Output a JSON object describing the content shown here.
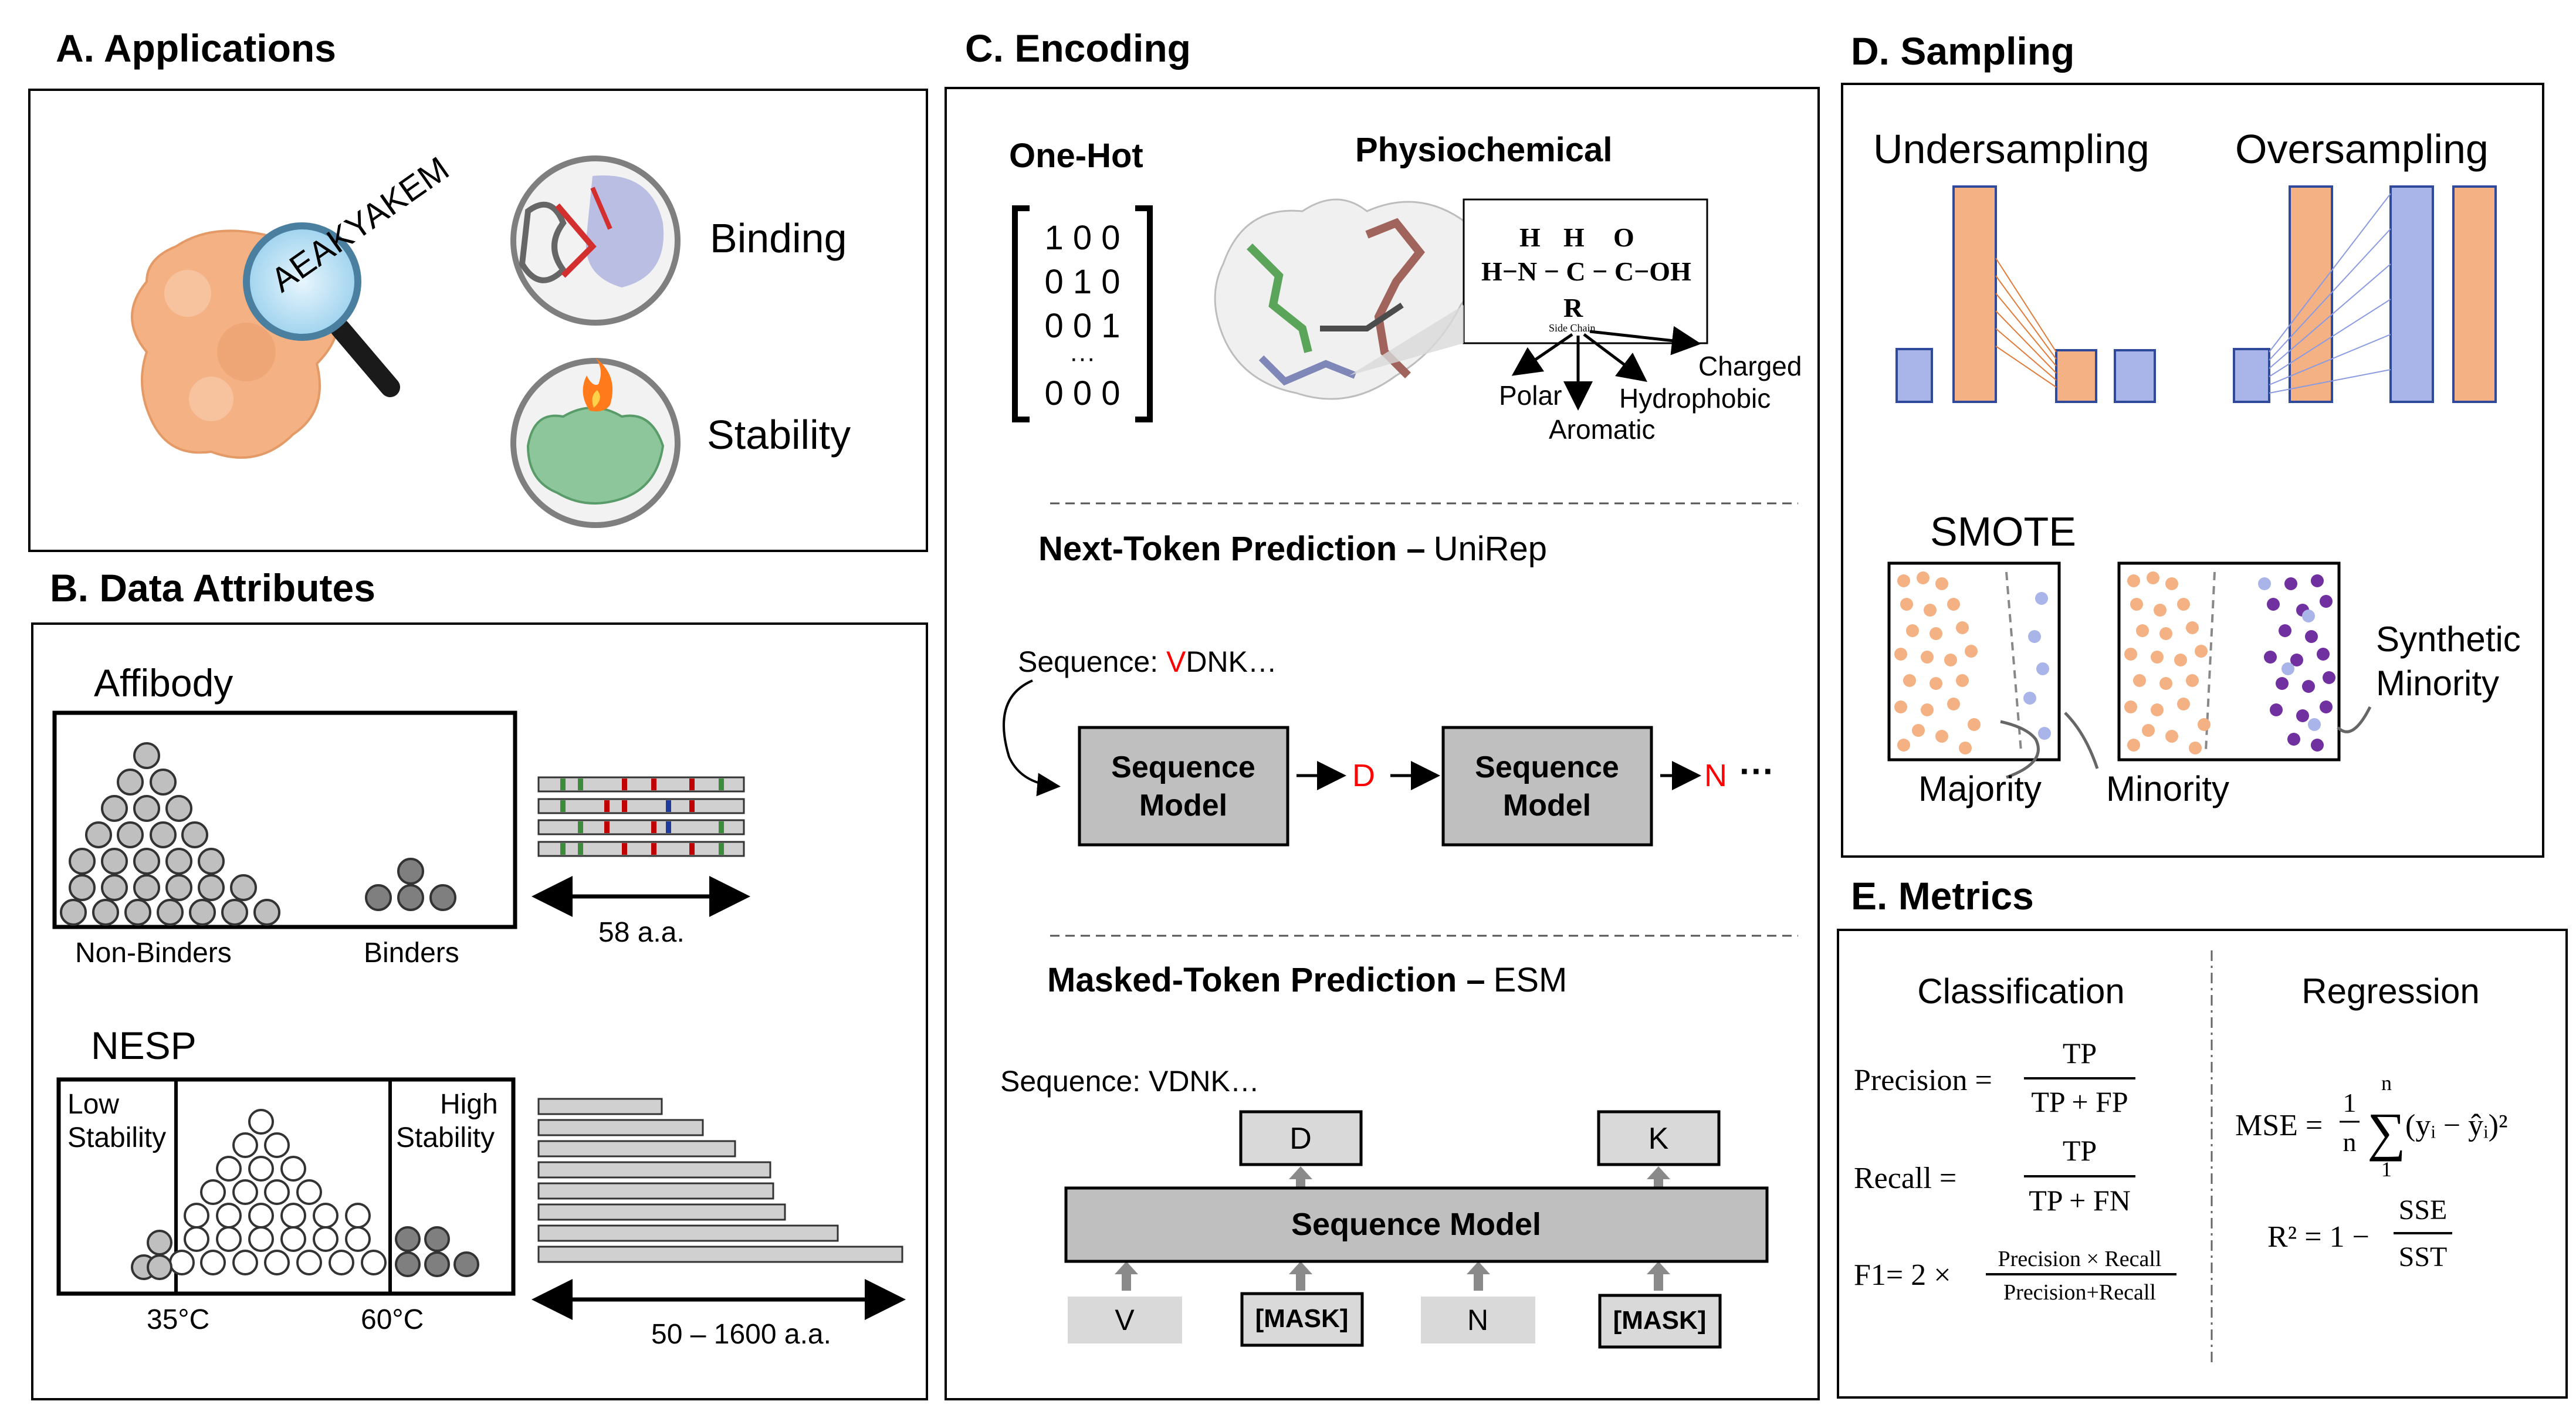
{
  "panelA": {
    "title": "A. Applications",
    "sequence": "AEAKYAKEM",
    "binding_label": "Binding",
    "stability_label": "Stability"
  },
  "panelB": {
    "title": "B. Data Attributes",
    "affibody": {
      "title": "Affibody",
      "nonbinders_label": "Non-Binders",
      "binders_label": "Binders",
      "length_label": "58 a.a."
    },
    "nesp": {
      "title": "NESP",
      "low_line1": "Low",
      "low_line2": "Stability",
      "high_line1": "High",
      "high_line2": "Stability",
      "temp_low": "35°C",
      "temp_high": "60°C",
      "length_label": "50 – 1600 a.a."
    }
  },
  "panelC": {
    "title": "C. Encoding",
    "onehot_title": "One-Hot",
    "matrix_rows": [
      "1 0 0",
      "0 1 0",
      "0 0 1",
      "···",
      "0 0 0"
    ],
    "physio_title": "Physiochemical",
    "struct": {
      "h1": "H",
      "h2": "H",
      "o": "O",
      "row_left": "H−N − C − C−OH",
      "r": "R",
      "side_chain": "Side Chain",
      "charged": "Charged",
      "polar": "Polar",
      "hydrophobic": "Hydrophobic",
      "aromatic": "Aromatic"
    },
    "ntp": {
      "title_bold": "Next-Token Prediction –",
      "title_model": "UniRep",
      "seq_prefix": "Sequence: ",
      "seq_first": "V",
      "seq_rest": "DNK…",
      "model_line1": "Sequence",
      "model_line2": "Model",
      "out1": "D",
      "out2": "N",
      "ellipsis": "···"
    },
    "mtp": {
      "title_bold": "Masked-Token Prediction –",
      "title_model": "ESM",
      "seq": "Sequence: VDNK…",
      "out1": "D",
      "out2": "K",
      "model": "Sequence Model",
      "tokens": [
        "V",
        "[MASK]",
        "N",
        "[MASK]"
      ]
    }
  },
  "panelD": {
    "title": "D. Sampling",
    "under_label": "Undersampling",
    "over_label": "Oversampling",
    "smote_label": "SMOTE",
    "synthetic_line1": "Synthetic",
    "synthetic_line2": "Minority",
    "majority_label": "Majority",
    "minority_label": "Minority"
  },
  "panelE": {
    "title": "E. Metrics",
    "classification_title": "Classification",
    "regression_title": "Regression",
    "precision_lhs": "Precision =",
    "precision_num": "TP",
    "precision_den": "TP + FP",
    "recall_lhs": "Recall =",
    "recall_num": "TP",
    "recall_den": "TP + FN",
    "f1_lhs": "F1= 2 ×",
    "f1_num": "Precision × Recall",
    "f1_den": "Precision+Recall",
    "mse_lhs": "MSE =",
    "mse_frac_num": "1",
    "mse_frac_den": "n",
    "sum_top": "n",
    "sum_bottom": "1",
    "mse_term": "(yᵢ − ŷᵢ)²",
    "r2_lhs": "R² = 1 −",
    "r2_num": "SSE",
    "r2_den": "SST"
  },
  "colors": {
    "orange": "#f4b183",
    "orange_dark": "#e0935c",
    "blue": "#a9b4e8",
    "blue_dark": "#2f4a9a",
    "purple": "#7030a0",
    "red": "#ff0000",
    "gray_box": "#bfbfbf",
    "gray_light": "#d9d9d9"
  }
}
